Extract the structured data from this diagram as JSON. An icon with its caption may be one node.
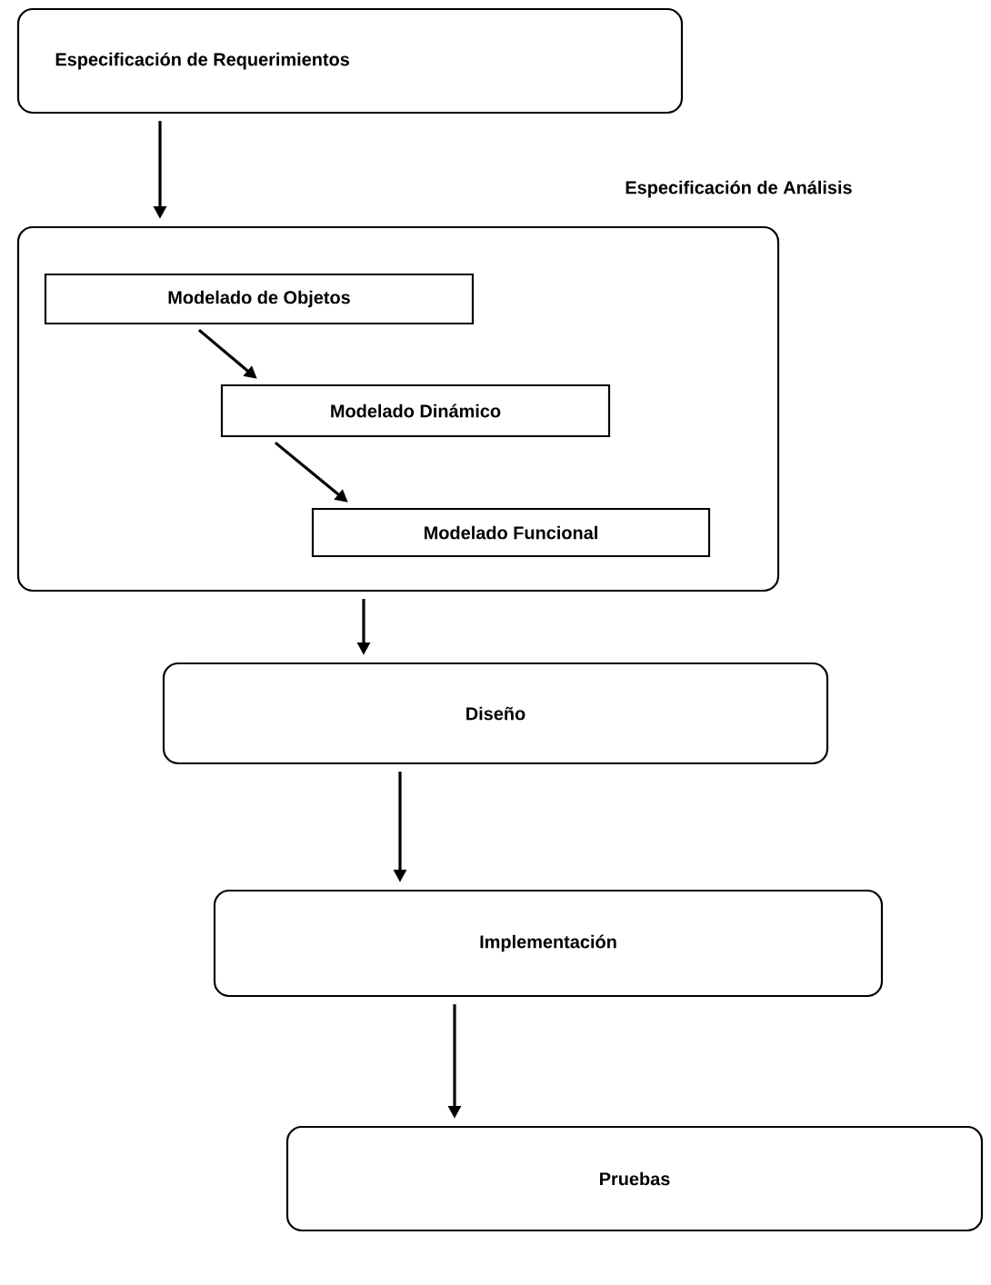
{
  "diagram": {
    "nodes": [
      {
        "text": [
          "Especificación de Requerimientos"
        ]
      },
      {
        "text": [
          "Especificación de Análisis"
        ]
      },
      {
        "text": [
          "Modelado de Objetos"
        ],
        "in": 1
      },
      {
        "text": [
          "Modelado Dinámico"
        ],
        "in": 1
      },
      {
        "text": [
          "Modelado Funcional"
        ],
        "in": 1
      },
      {
        "text": [
          "Diseño"
        ]
      },
      {
        "text": [
          "Implementación"
        ]
      },
      {
        "text": [
          "Pruebas"
        ]
      }
    ],
    "edges": [
      {
        "from": 0,
        "to": 1,
        "arrow": "to"
      },
      {
        "from": 2,
        "to": 3,
        "arrow": "to"
      },
      {
        "from": 3,
        "to": 4,
        "arrow": "to"
      },
      {
        "from": 1,
        "to": 5,
        "arrow": "to"
      },
      {
        "from": 5,
        "to": 6,
        "arrow": "to"
      },
      {
        "from": 6,
        "to": 7,
        "arrow": "to"
      }
    ]
  }
}
